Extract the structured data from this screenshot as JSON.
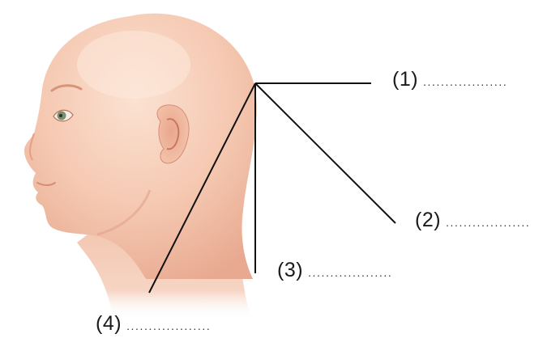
{
  "colors": {
    "skin_light": "#f9dcc9",
    "skin_mid": "#f1bca3",
    "skin_shadow": "#e6a48d",
    "line": "#111111",
    "eye": "#7a8f6a"
  },
  "callouts": [
    {
      "number": "(1)",
      "blank": "..................."
    },
    {
      "number": "(2)",
      "blank": "..................."
    },
    {
      "number": "(3)",
      "blank": "..................."
    },
    {
      "number": "(4)",
      "blank": "..................."
    }
  ]
}
